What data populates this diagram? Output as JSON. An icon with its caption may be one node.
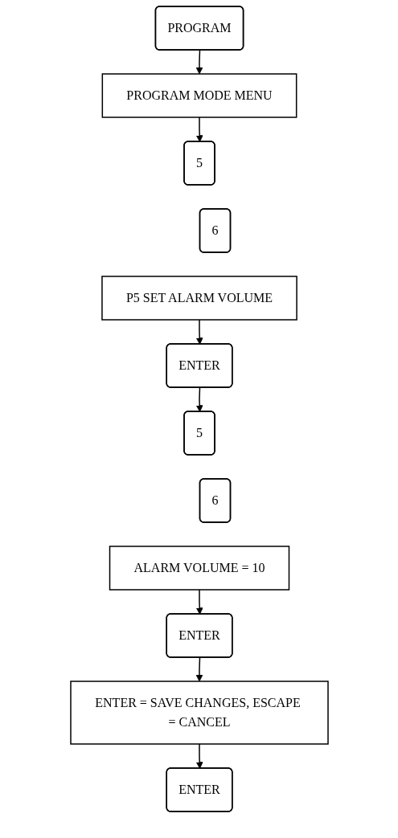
{
  "diagram": {
    "nodes": [
      {
        "text": [
          "PROGRAM"
        ]
      },
      {
        "text": [
          "PROGRAM MODE MENU"
        ]
      },
      {
        "text": [
          "5"
        ]
      },
      {
        "text": [
          "6"
        ]
      },
      {
        "text": [
          "P5 SET ALARM VOLUME"
        ]
      },
      {
        "text": [
          "ENTER"
        ]
      },
      {
        "text": [
          "5"
        ]
      },
      {
        "text": [
          "6"
        ]
      },
      {
        "text": [
          "ALARM VOLUME = 10"
        ]
      },
      {
        "text": [
          "ENTER"
        ]
      },
      {
        "text": [
          "ENTER = SAVE CHANGES, ESCAPE = CANCEL"
        ]
      },
      {
        "text": [
          "ENTER"
        ]
      }
    ],
    "edges": [
      {
        "from": 0,
        "to": 1,
        "arrow": "to"
      },
      {
        "from": 1,
        "to": 2,
        "arrow": "to"
      },
      {
        "from": 4,
        "to": 5,
        "arrow": "to"
      },
      {
        "from": 5,
        "to": 6,
        "arrow": "to"
      },
      {
        "from": 8,
        "to": 9,
        "arrow": "to"
      },
      {
        "from": 9,
        "to": 10,
        "arrow": "to"
      },
      {
        "from": 10,
        "to": 11,
        "arrow": "to"
      }
    ]
  }
}
